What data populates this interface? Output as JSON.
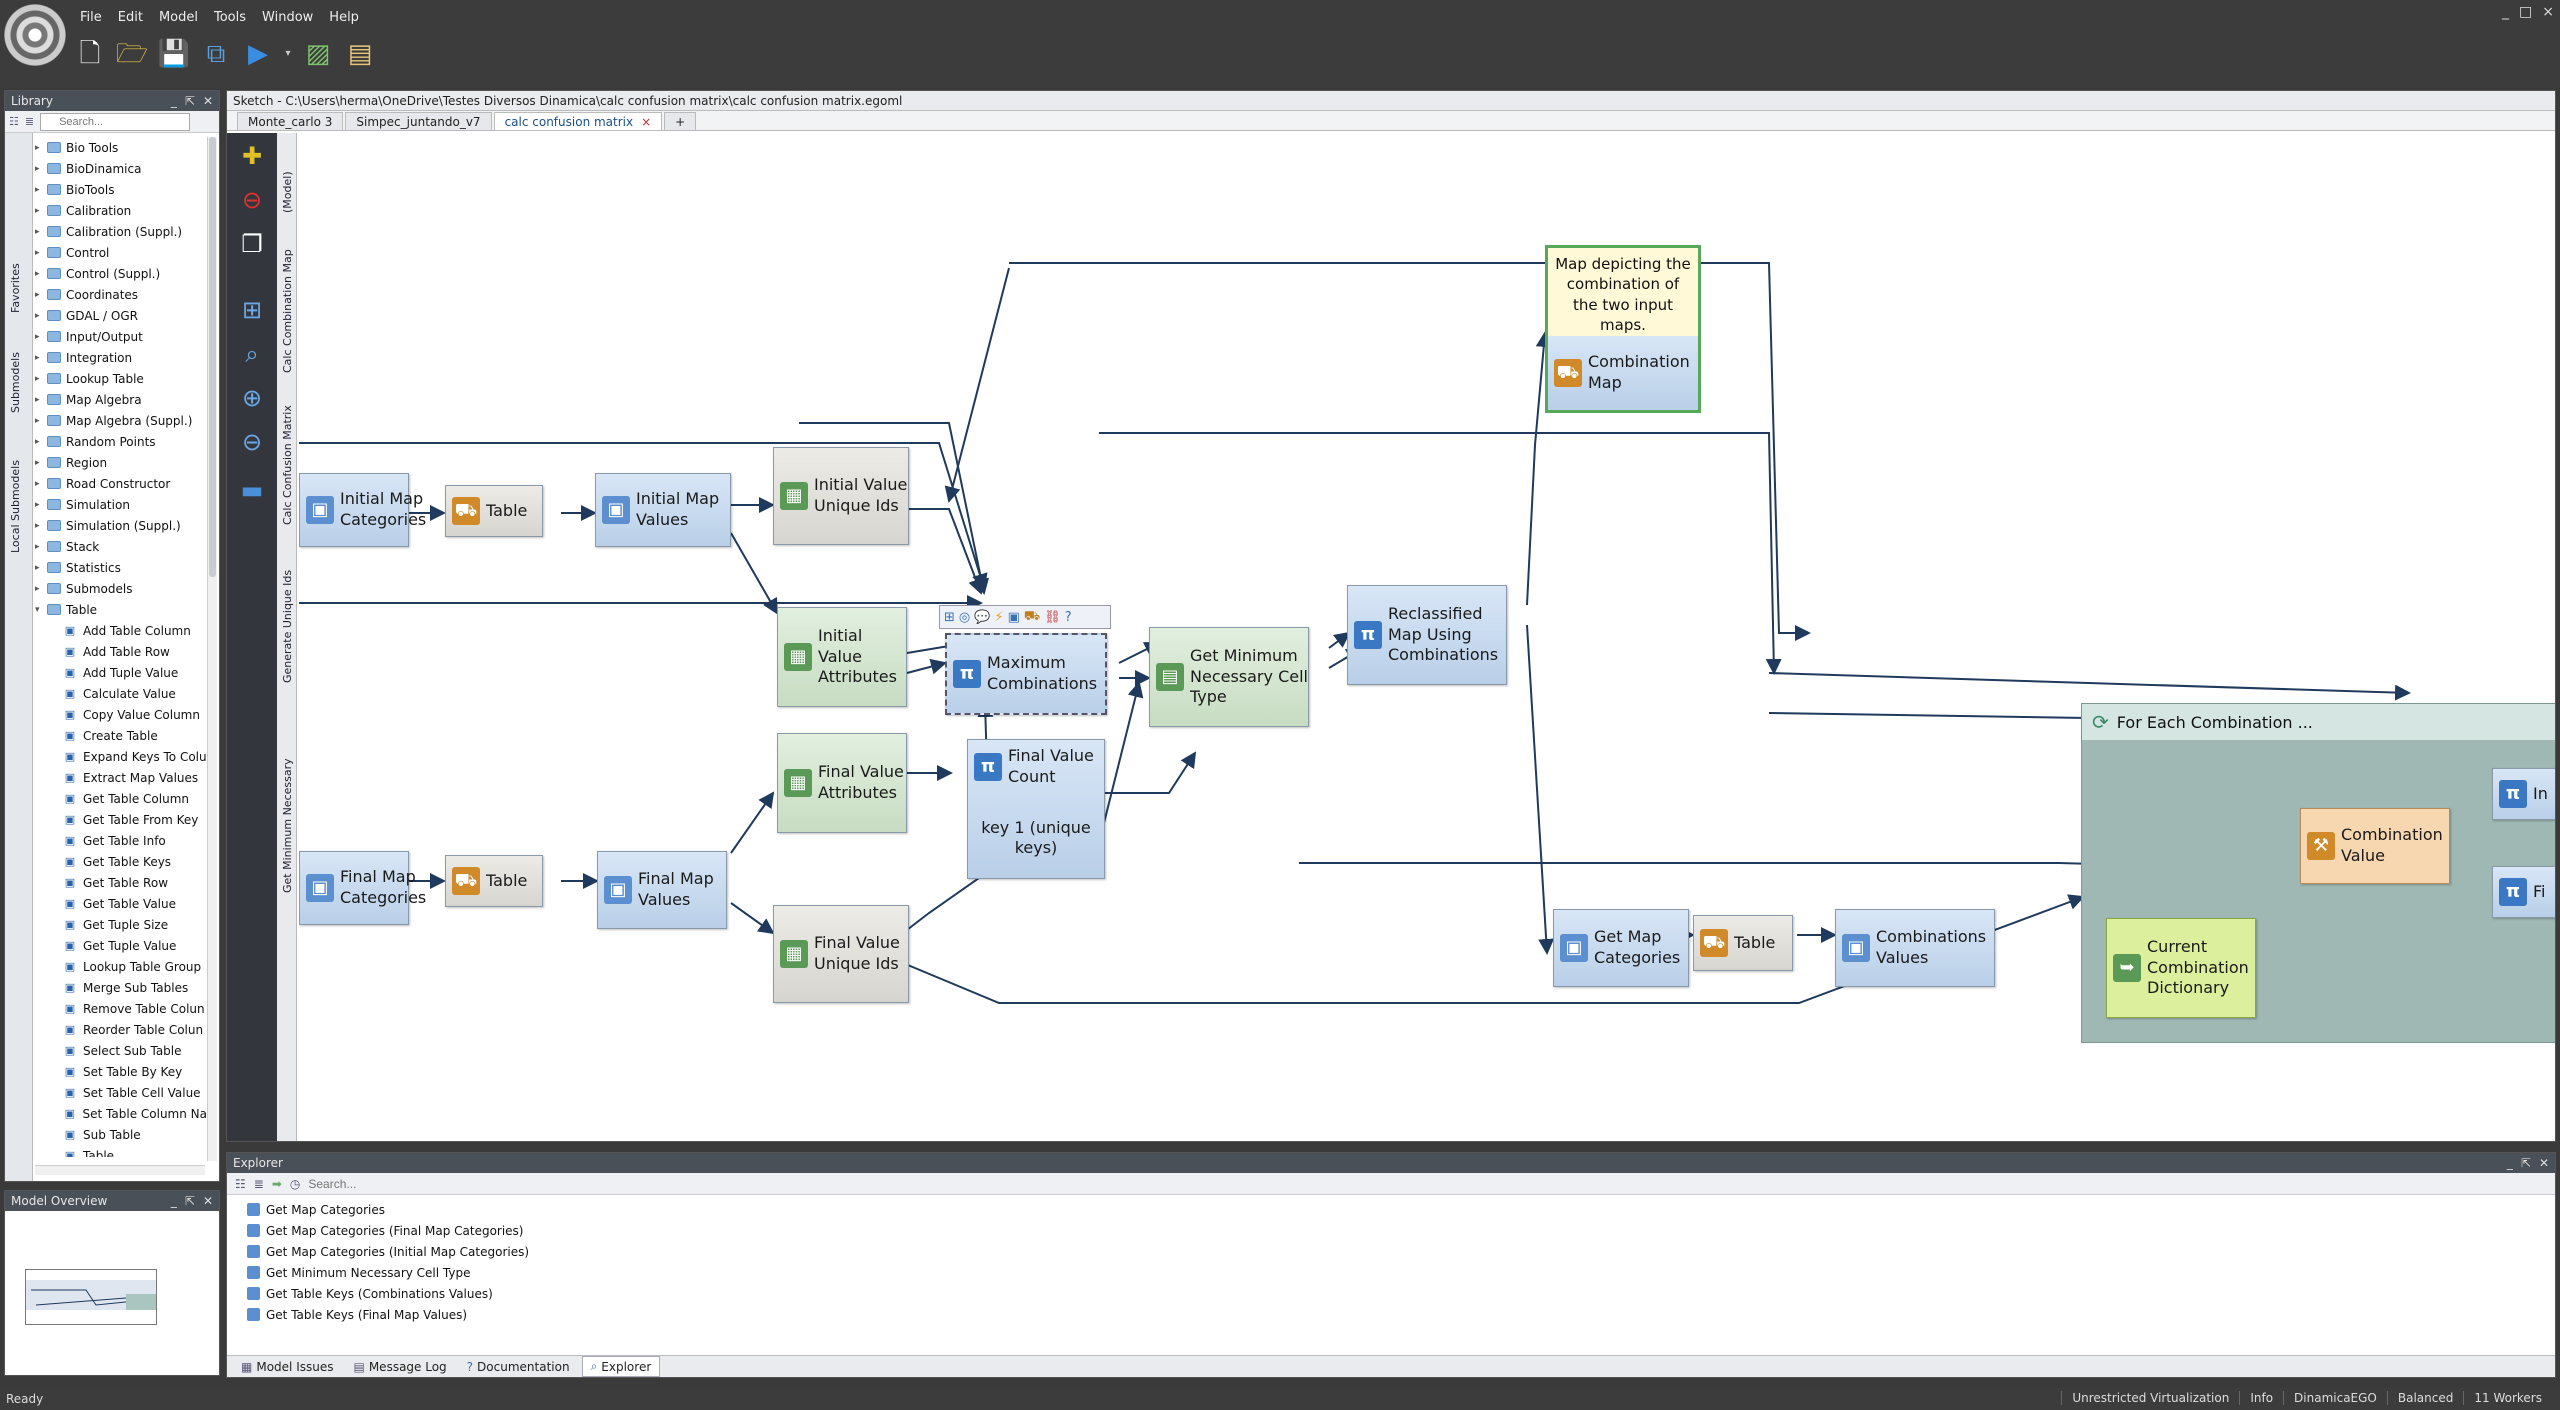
{
  "menu": [
    "File",
    "Edit",
    "Model",
    "Tools",
    "Window",
    "Help"
  ],
  "window_controls": [
    "_",
    "□",
    "×"
  ],
  "library": {
    "title": "Library",
    "search_placeholder": "Search...",
    "side_tabs": [
      "Local Submodels",
      "Submodels",
      "Favorites"
    ],
    "items": [
      "Bio Tools",
      "BioDinamica",
      "BioTools",
      "Calibration",
      "Calibration (Suppl.)",
      "Control",
      "Control (Suppl.)",
      "Coordinates",
      "GDAL / OGR",
      "Input/Output",
      "Integration",
      "Lookup Table",
      "Map Algebra",
      "Map Algebra (Suppl.)",
      "Random Points",
      "Region",
      "Road Constructor",
      "Simulation",
      "Simulation (Suppl.)",
      "Stack",
      "Statistics",
      "Submodels",
      "Table"
    ],
    "table_children": [
      "Add Table Column",
      "Add Table Row",
      "Add Tuple Value",
      "Calculate Value",
      "Copy Value Column",
      "Create Table",
      "Expand Keys To Colu",
      "Extract Map Values",
      "Get Table Column",
      "Get Table From Key",
      "Get Table Info",
      "Get Table Keys",
      "Get Table Row",
      "Get Table Value",
      "Get Tuple Size",
      "Get Tuple Value",
      "Lookup Table Group",
      "Merge Sub Tables",
      "Remove Table Colun",
      "Reorder Table Colun",
      "Select Sub Table",
      "Set Table By Key",
      "Set Table Cell Value",
      "Set Table Column Na",
      "Sub Table",
      "Table"
    ]
  },
  "overview": {
    "title": "Model Overview"
  },
  "sketch": {
    "title": "Sketch - C:\\Users\\herma\\OneDrive\\Testes Diversos Dinamica\\calc confusion matrix\\calc confusion matrix.egoml",
    "tabs": [
      "Monte_carlo 3",
      "Simpec_juntando_v7",
      "calc confusion matrix"
    ],
    "vertical_tabs": [
      "(Model)",
      "Calc Combination Map",
      "Calc Confusion Matrix",
      "Generate Unique Ids",
      "Get Minimum Necessary"
    ]
  },
  "nodes": {
    "initial_map_categories": "Initial Map Categories",
    "table1": "Table",
    "initial_map_values": "Initial Map Values",
    "initial_value_unique_ids": "Initial Value Unique Ids",
    "initial_value_attributes": "Initial Value Attributes",
    "maximum_combinations": "Maximum Combinations",
    "get_minimum_cell_type": "Get Minimum Necessary Cell Type",
    "reclassified_map": "Reclassified Map Using Combinations",
    "combination_map_note": "Map depicting the combination of the two input maps.",
    "combination_map": "Combination Map",
    "final_map_categories": "Final Map Categories",
    "table2": "Table",
    "final_map_values": "Final Map Values",
    "final_value_attributes": "Final Value Attributes",
    "final_value_count": "Final Value Count",
    "final_value_count_sub": "key 1 (unique keys)",
    "final_value_unique_ids": "Final Value Unique Ids",
    "get_map_categories": "Get Map Categories",
    "table3": "Table",
    "combinations_values": "Combinations Values",
    "for_each": "For Each Combination ...",
    "combination_value": "Combination Value",
    "current_combination_dictionary": "Current Combination Dictionary",
    "cut_in": "In",
    "cut_fi": "Fi"
  },
  "explorer": {
    "title": "Explorer",
    "search_placeholder": "Search...",
    "items": [
      "Get Map Categories",
      "Get Map Categories (Final Map Categories)",
      "Get Map Categories (Initial Map Categories)",
      "Get Minimum Necessary Cell Type",
      "Get Table Keys (Combinations Values)",
      "Get Table Keys (Final Map Values)"
    ],
    "tabs": [
      "Model Issues",
      "Message Log",
      "Documentation",
      "Explorer"
    ]
  },
  "status": {
    "left": "Ready",
    "right": [
      "Unrestricted Virtualization",
      "Info",
      "DinamicaEGO",
      "Balanced",
      "11 Workers"
    ]
  },
  "colors": {
    "edge": "#1f3a5c",
    "blue_node": "#c7d9ee",
    "gray_node": "#dfded8",
    "green_node": "#d2e4cd",
    "lime_node": "#dcef9c",
    "note": "#fff9d8"
  }
}
